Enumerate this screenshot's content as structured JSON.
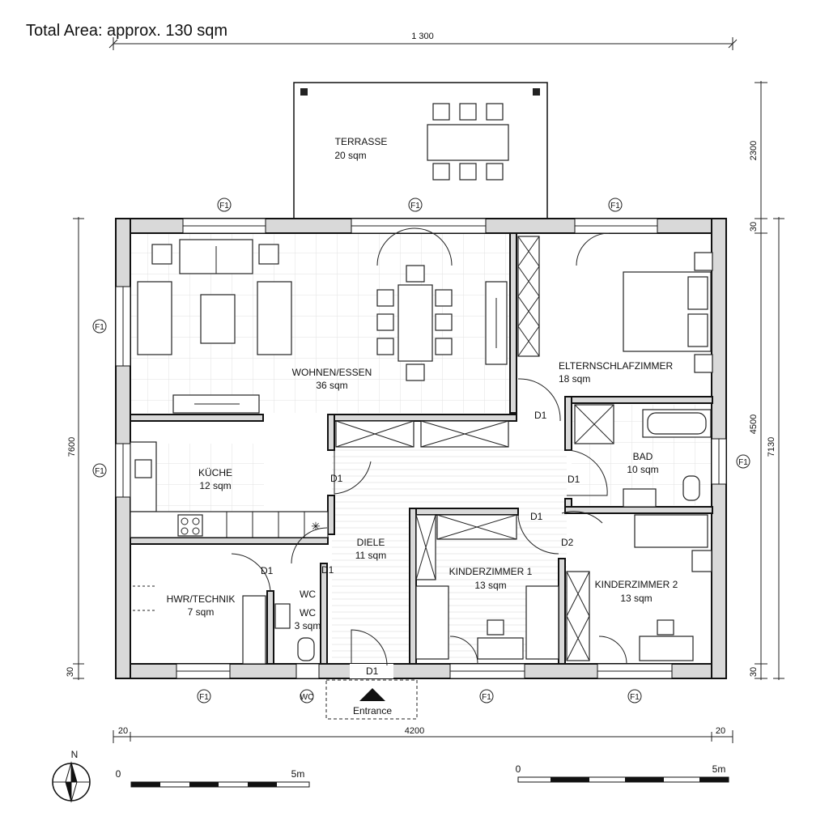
{
  "header": {
    "total_area": "Total Area: approx. 130 sqm"
  },
  "rooms": [
    {
      "id": "terrasse",
      "name": "TERRASSE",
      "area": "20 sqm"
    },
    {
      "id": "wohnen",
      "name": "WOHNEN/ESSEN",
      "area": "36 sqm"
    },
    {
      "id": "eltern",
      "name": "ELTERNSCHLAFZIMMER",
      "area": "18 sqm"
    },
    {
      "id": "kueche",
      "name": "KÜCHE",
      "area": "12 sqm"
    },
    {
      "id": "bad",
      "name": "BAD",
      "area": "10 sqm"
    },
    {
      "id": "diele",
      "name": "DIELE",
      "area": "11 sqm"
    },
    {
      "id": "hwr",
      "name": "HWR/TECHNIK",
      "area": "7 sqm"
    },
    {
      "id": "wc",
      "name": "WC",
      "area": "3 sqm"
    },
    {
      "id": "kinder1",
      "name": "KINDERZIMMER 1",
      "area": "13 sqm"
    },
    {
      "id": "kinder2",
      "name": "KINDERZIMMER 2",
      "area": "13 sqm"
    }
  ],
  "dimensions": {
    "top": "1 300",
    "bottom": "4200",
    "bottom_left_offset": "20",
    "bottom_right_offset": "20",
    "left_total": "7600",
    "left_bottom": "30",
    "right_terrace": "2300",
    "right_top_offset": "30",
    "right_middle": "4500",
    "right_total": "7130",
    "right_bottom_offset": "30"
  },
  "tags": {
    "window": "F1",
    "door": "D1",
    "door2": "D2",
    "wc_window": "WC",
    "wc_door": "WC"
  },
  "entrance": {
    "label": "Entrance"
  },
  "compass": {
    "label": "N"
  },
  "scale_bars": [
    {
      "start": "0",
      "end": "5m"
    },
    {
      "start": "0",
      "end": "5m"
    }
  ]
}
